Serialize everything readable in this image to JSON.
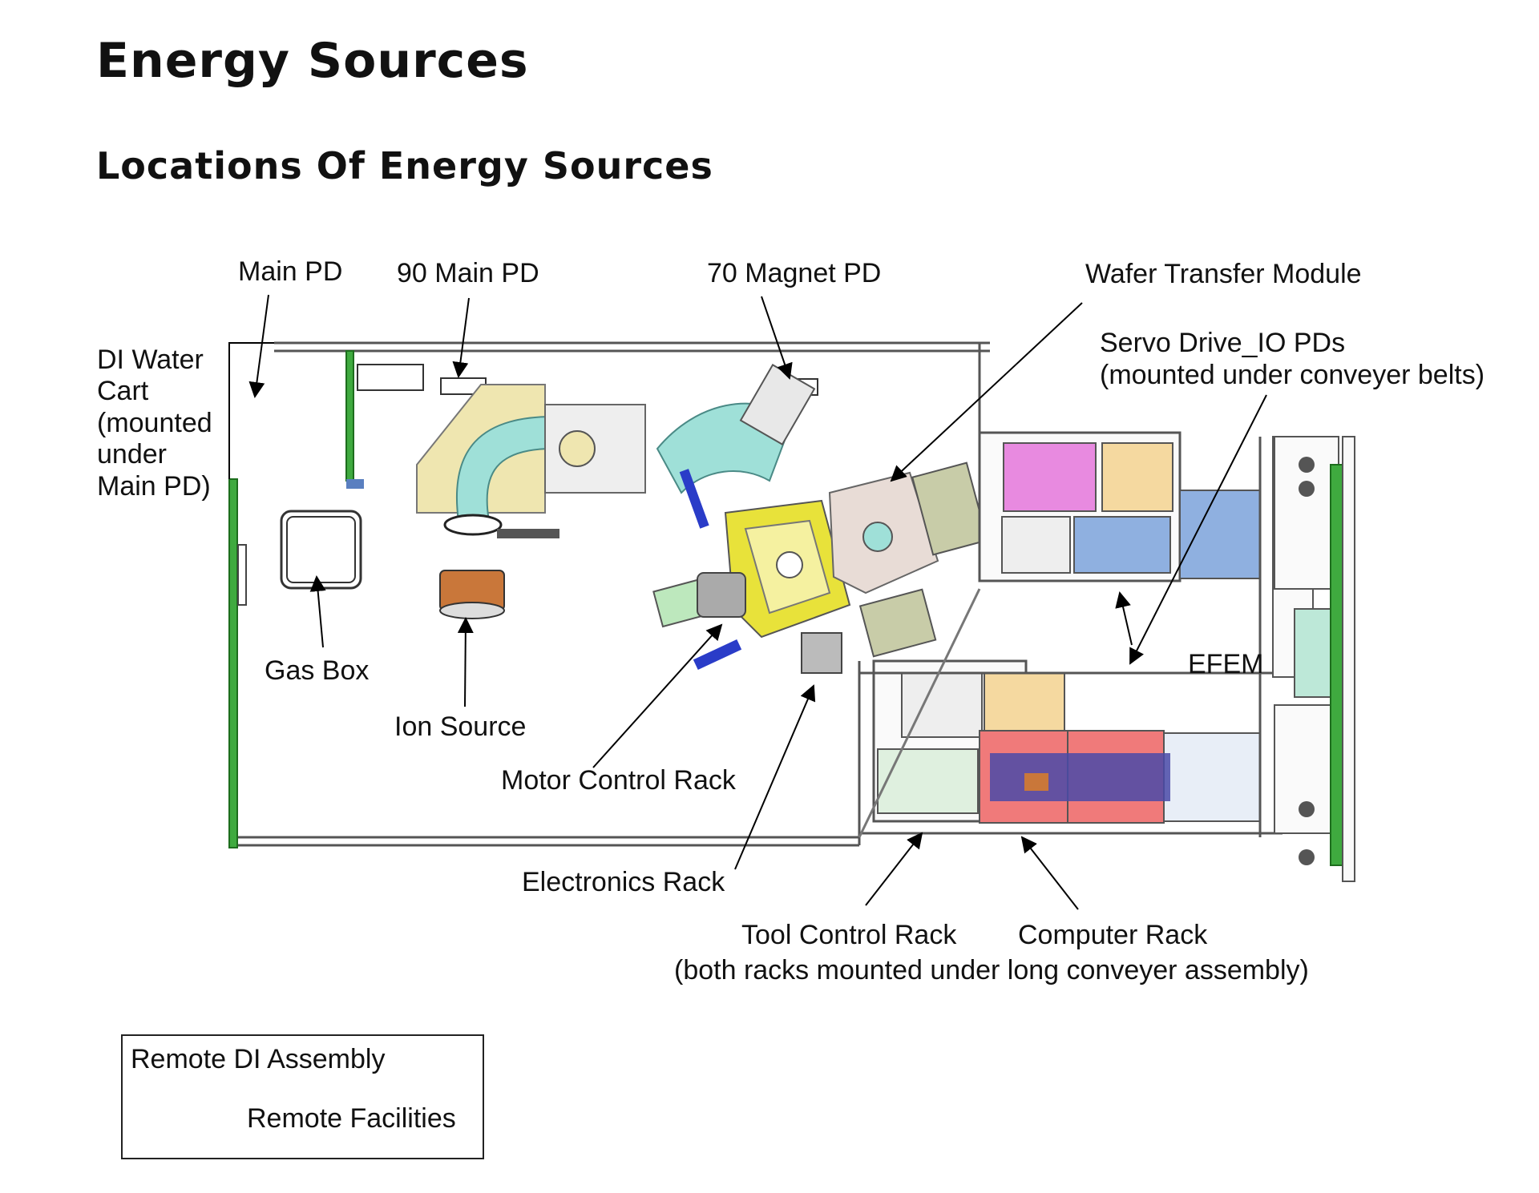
{
  "page": {
    "title": "Energy Sources",
    "subtitle": "Locations Of Energy Sources"
  },
  "labels": {
    "main_pd": "Main PD",
    "main_pd_90": "90 Main PD",
    "magnet_pd_70": "70 Magnet PD",
    "wafer_transfer_module": "Wafer Transfer Module",
    "servo_drive_line1": "Servo Drive_IO PDs",
    "servo_drive_line2": "(mounted under conveyer belts)",
    "di_water_cart": "DI Water Cart (mounted under Main PD)",
    "gas_box": "Gas Box",
    "ion_source": "Ion Source",
    "motor_control_rack": "Motor Control Rack",
    "efem": "EFEM",
    "electronics_rack": "Electronics Rack",
    "tool_control_rack": "Tool Control Rack",
    "computer_rack": "Computer Rack",
    "racks_note": "(both racks mounted under long conveyer assembly)"
  },
  "legend_box": {
    "line1": "Remote DI Assembly",
    "line2": "Remote Facilities"
  },
  "colors": {
    "frame_green": "#3faa3f",
    "mint": "#9fe0d8",
    "yellow": "#e8e23a",
    "cream": "#efe6b0",
    "magenta": "#e88ae0",
    "red": "#f07a7a",
    "purple": "#4a4aa8",
    "blue_bar": "#2a3cc8",
    "orange": "#c9773a",
    "gray": "#9a9a9a"
  }
}
